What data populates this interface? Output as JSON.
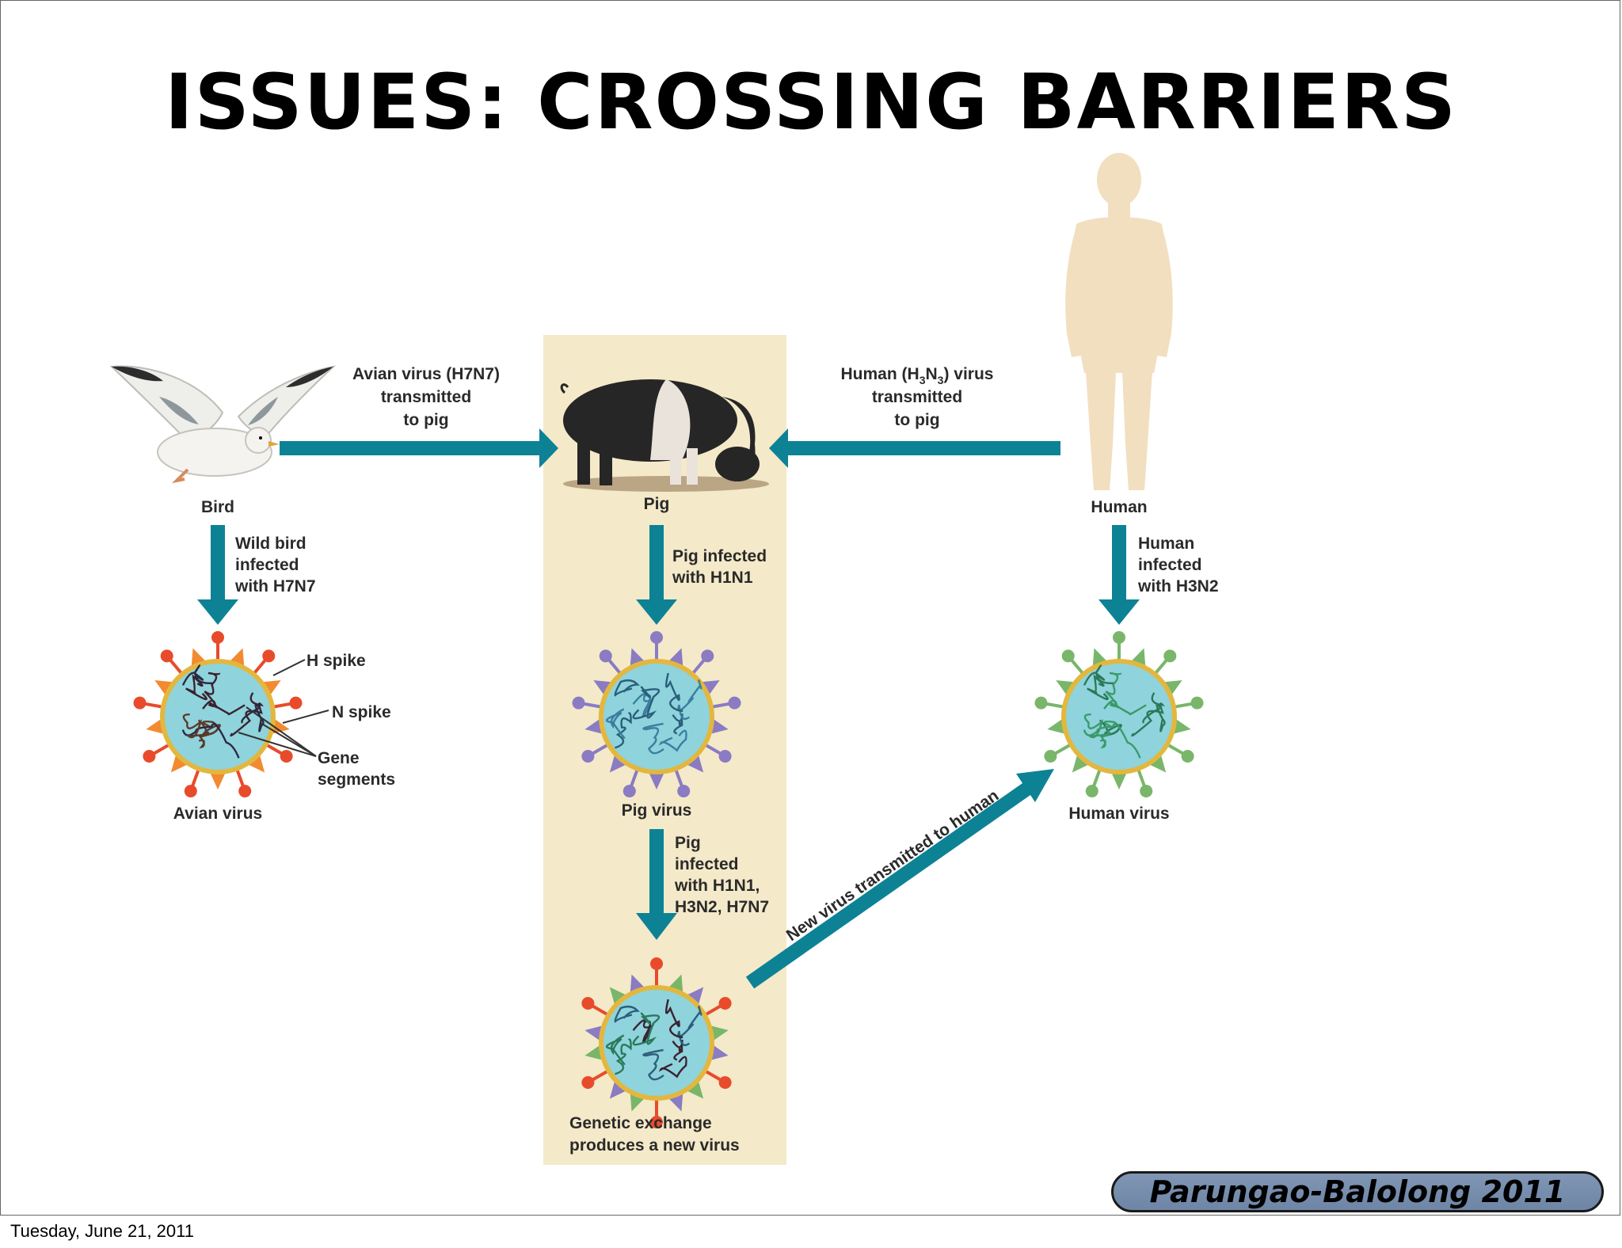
{
  "slide": {
    "title": "ISSUES: CROSSING BARRIERS",
    "credit": "Parungao-Balolong 2011",
    "footer_date": "Tuesday, June 21, 2011"
  },
  "diagram": {
    "hosts": {
      "bird": "Bird",
      "pig": "Pig",
      "human": "Human"
    },
    "transmission_to_pig": {
      "avian": [
        "Avian virus (H7N7)",
        "transmitted",
        "to pig"
      ],
      "human": {
        "line1_prefix": "Human (H",
        "sub1": "3",
        "mid": "N",
        "sub2": "3",
        "line1_suffix": ") virus",
        "line2": "transmitted",
        "line3": "to pig"
      }
    },
    "infections": {
      "bird": [
        "Wild bird",
        "infected",
        "with H7N7"
      ],
      "pig": [
        "Pig infected",
        "with H1N1"
      ],
      "human": [
        "Human",
        "infected",
        "with H3N2"
      ],
      "pig_mixed": [
        "Pig",
        "infected",
        "with H1N1,",
        "H3N2, H7N7"
      ]
    },
    "viruses": {
      "avian": "Avian virus",
      "pig": "Pig virus",
      "human": "Human virus",
      "new": [
        "Genetic exchange",
        "produces a new virus"
      ]
    },
    "parts": {
      "h_spike": "H spike",
      "n_spike": "N spike",
      "gene_segments": [
        "Gene",
        "segments"
      ]
    },
    "new_virus_path": "New virus transmitted to human",
    "colors": {
      "arrow": "#0d8295",
      "pig_band": "#f4e9c9",
      "virus_body": "#8fd3dc",
      "virus_rim": "#e3b73e",
      "spike_red": "#e84b2b",
      "spike_orange": "#f28a30",
      "spike_purple": "#8a7bc3",
      "spike_green": "#79b66a",
      "human_skin": "#f2dfc0"
    }
  }
}
